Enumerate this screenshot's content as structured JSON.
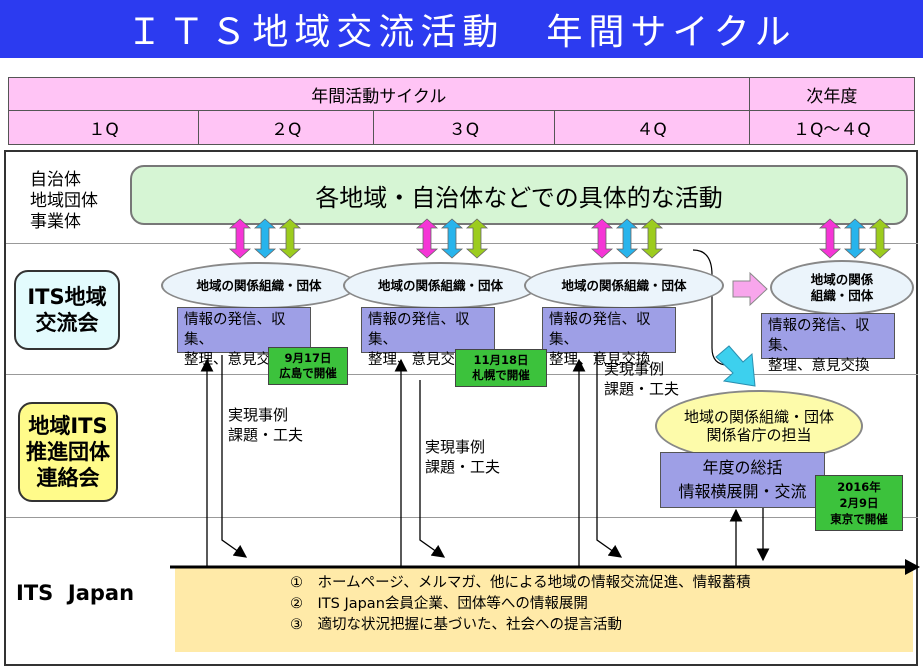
{
  "title": "ＩＴＳ地域交流活動　年間サイクル",
  "header_table": {
    "cycle_label": "年間活動サイクル",
    "next_year_label": "次年度",
    "quarters": [
      "１Q",
      "２Q",
      "３Q",
      "４Q"
    ],
    "next_year_quarters": "１Q～４Q"
  },
  "rows": {
    "local_label_lines": [
      "自治体",
      "地域団体",
      "事業体"
    ],
    "its_exchange_label_lines": [
      "ITS地域",
      "交流会"
    ],
    "promotion_label_lines": [
      "地域ITS",
      "推進団体",
      "連絡会"
    ],
    "its_japan_label": "ITS  Japan"
  },
  "activity_banner": "各地域・自治体などでの具体的な活動",
  "org_ellipse_label": "地域の関係組織・団体",
  "org_ellipse_next_lines": [
    "地域の関係",
    "組織・団体"
  ],
  "info_box_lines": [
    "情報の発信、収集、",
    "整理、意見交換"
  ],
  "meetings": [
    {
      "date": "9月17日",
      "place": "広島で開催"
    },
    {
      "date": "11月18日",
      "place": "札幌で開催"
    }
  ],
  "final_meeting": {
    "year": "2016年",
    "date": "2月9日",
    "place": "東京で開催"
  },
  "example_lines": [
    "実現事例",
    "課題・工夫"
  ],
  "liaison_ellipse_lines": [
    "地域の関係組織・団体",
    "関係省庁の担当"
  ],
  "summary_box_lines": [
    "年度の総括",
    "情報横展開・交流"
  ],
  "its_japan_items": [
    "①　ホームページ、メルマガ、他による地域の情報交流促進、情報蓄積",
    "②　ITS Japan会員企業、団体等への情報展開",
    "③　適切な状況把握に基づいた、社会への提言活動"
  ],
  "colors": {
    "title_bg": "#2c3bf0",
    "header_bg": "#ffc4f5",
    "arrow_magenta": "#f535d6",
    "arrow_cyan": "#28b4ec",
    "arrow_green": "#9ccc1e",
    "meeting_badge": "#3cc23c",
    "info_box": "#9e9fe6"
  }
}
